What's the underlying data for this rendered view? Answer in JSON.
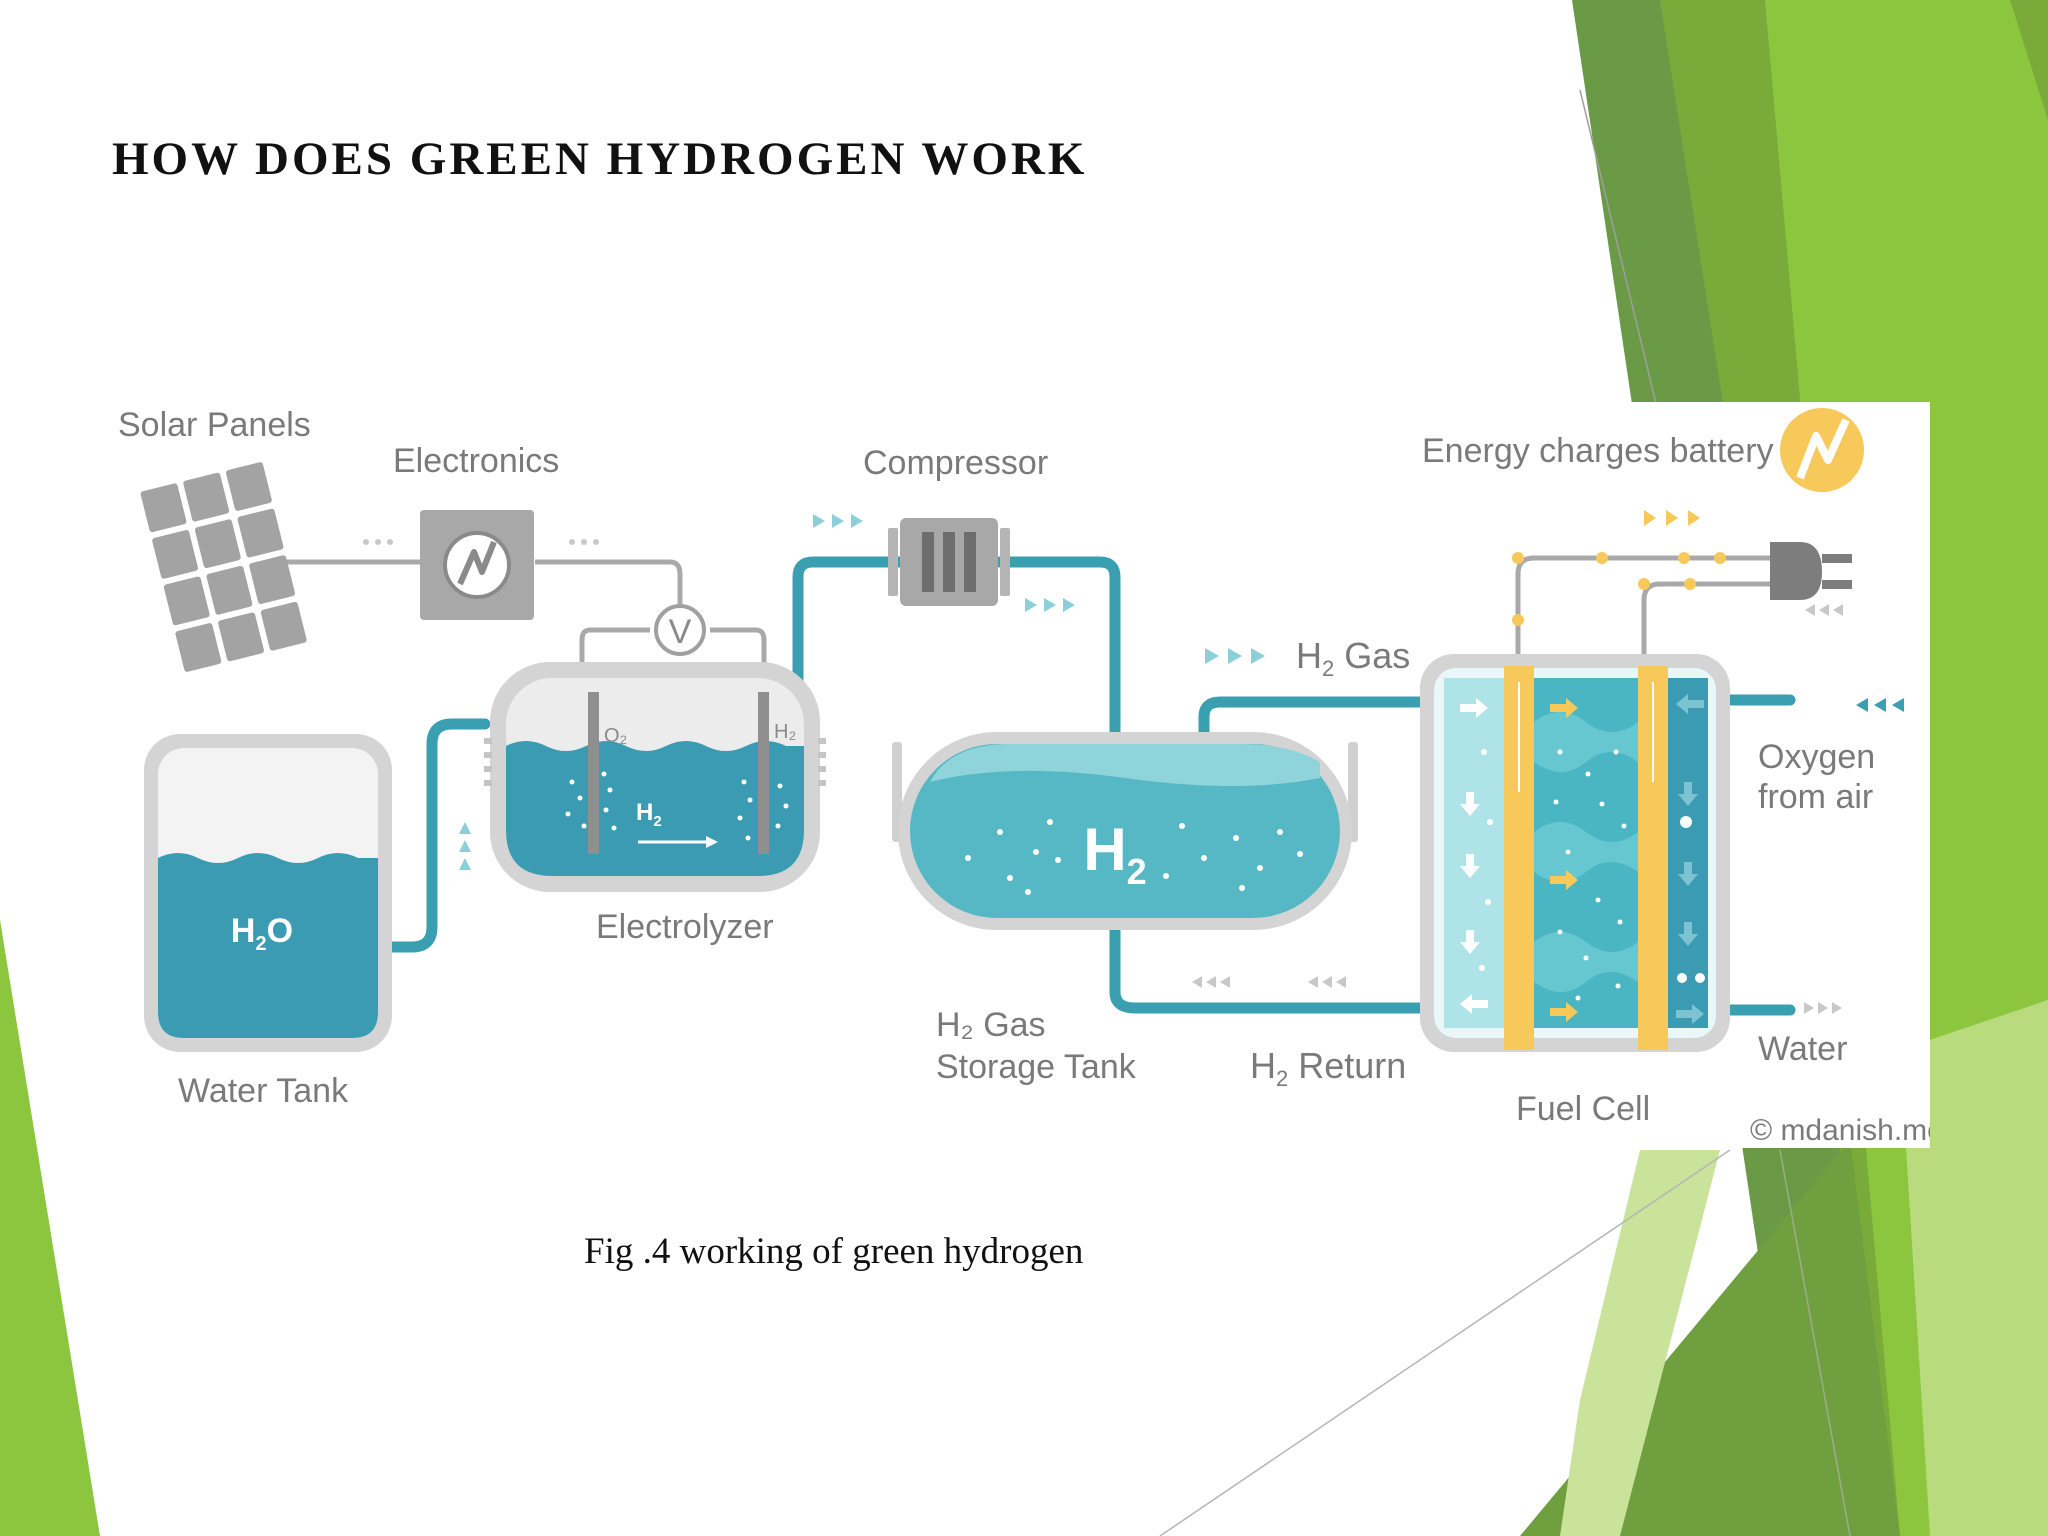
{
  "slide": {
    "title": "HOW DOES GREEN HYDROGEN WORK",
    "caption": "Fig .4 working of green hydrogen"
  },
  "diagram": {
    "labels": {
      "solar_panels": "Solar Panels",
      "electronics": "Electronics",
      "compressor": "Compressor",
      "energy_charges_battery": "Energy charges battery",
      "h2_gas_prefix": "H",
      "h2_gas_sub": "2",
      "h2_gas_suffix": " Gas",
      "oxygen_line1": "Oxygen",
      "oxygen_line2": "from air",
      "water": "Water",
      "fuel_cell": "Fuel Cell",
      "credit": "© mdanish.me",
      "h2_return_prefix": "H",
      "h2_return_sub": "2",
      "h2_return_suffix": " Return",
      "storage_line1": "H₂ Gas",
      "storage_line2": "Storage Tank",
      "electrolyzer": "Electrolyzer",
      "water_tank": "Water Tank",
      "tank_formula_h": "H",
      "tank_formula_sub": "2",
      "tank_formula_o": "O",
      "storage_formula_h": "H",
      "storage_formula_sub": "2",
      "electrode_o2": "O₂",
      "electrode_h2": "H₂",
      "electrolyzer_h": "H",
      "electrolyzer_sub": "2",
      "voltmeter": "V"
    },
    "colors": {
      "water_blue": "#3b9bb3",
      "pipe_teal": "#3a9fb0",
      "tank_light": "#7fcfd6",
      "tank_mid": "#56b8c4",
      "gray_body": "#d4d4d4",
      "gray_dark": "#8a8a8a",
      "yellow": "#f7c85a",
      "label_gray": "#7a7a7a"
    },
    "icons": [
      "solar-panel-icon",
      "lightning-icon",
      "plug-icon",
      "voltmeter-icon",
      "compressor-icon"
    ]
  },
  "theme": {
    "green_dark": "#5e8f3c",
    "green_mid": "#7aab3a",
    "green_bright": "#8cc63f",
    "green_light": "#c9e39a"
  }
}
